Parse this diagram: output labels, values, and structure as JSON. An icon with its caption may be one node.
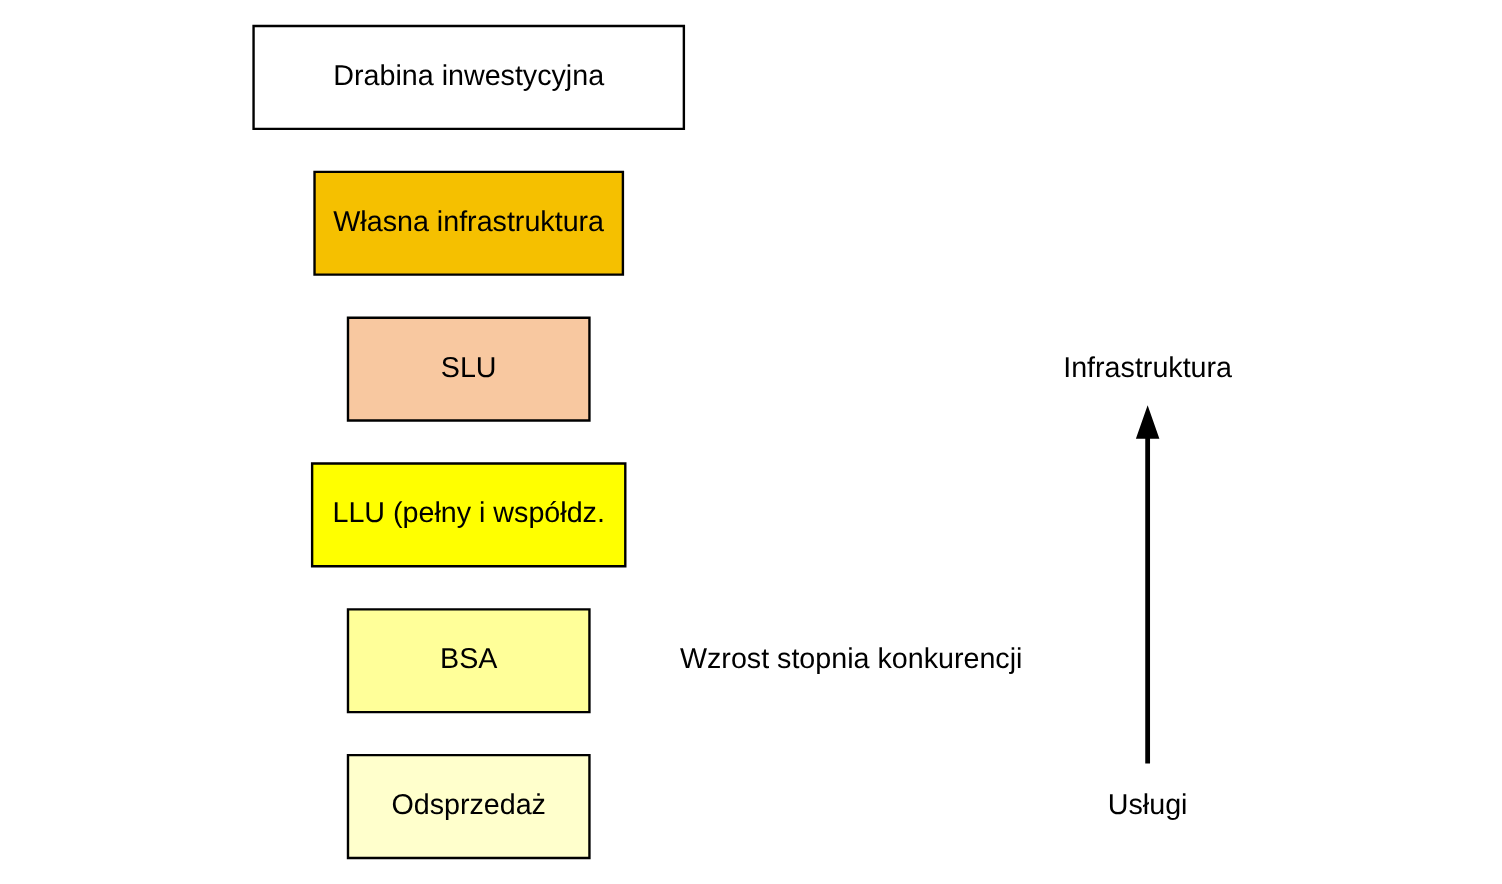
{
  "diagram": {
    "nodes": [
      {
        "text": [
          "Drabina inwestycyjna"
        ]
      },
      {
        "text": [
          "Infrastruktura"
        ]
      },
      {
        "text": [
          "Własna infrastruktura"
        ]
      },
      {
        "text": [
          "SLU"
        ]
      },
      {
        "text": [
          "LLU (pełny i współdz."
        ]
      },
      {
        "text": [
          "BSA"
        ]
      },
      {
        "text": [
          "Usługi"
        ]
      },
      {
        "text": [
          "Odsprzedaż"
        ]
      }
    ],
    "edges": [
      {
        "from": 6,
        "to": 1,
        "arrow": "to"
      }
    ],
    "labels": [
      "Wzrost stopnia konkurencji"
    ]
  }
}
